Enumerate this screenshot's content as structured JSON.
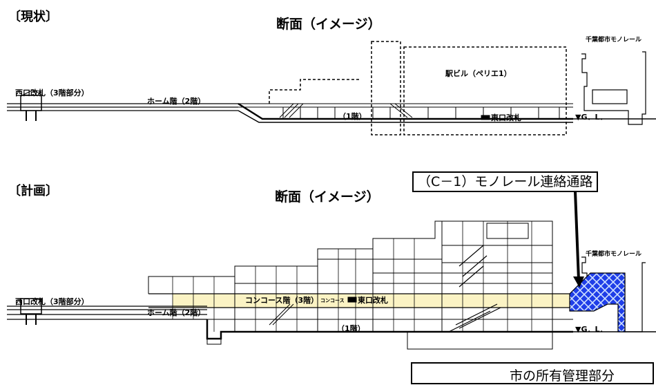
{
  "current": {
    "heading": "〔現状〕",
    "title": "断面（イメージ）",
    "labels": {
      "west_gate": "西口改札（3階部分）",
      "home_floor": "ホーム階（2階）",
      "first_floor": "（1階）",
      "east_gate": "東口改札",
      "station_bldg": "駅ビル（ペリエ1）",
      "monorail": "千葉都市モノレール",
      "gl": "▼G．L．"
    }
  },
  "plan": {
    "heading": "〔計画〕",
    "title": "断面（イメージ）",
    "callout": "（C－1）モノレール連絡通路",
    "labels": {
      "west_gate": "西口改札（3階部分）",
      "home_floor": "ホーム階（2階）",
      "concourse": "コンコース階（3階）",
      "concourse_small": "コンコース",
      "east_gate": "東口改札",
      "first_floor": "（1階）",
      "monorail": "千葉都市モノレール",
      "gl": "▼G．L．"
    }
  },
  "legend": {
    "label": "市の所有管理部分",
    "swatch_color": "#1f3ee8"
  }
}
